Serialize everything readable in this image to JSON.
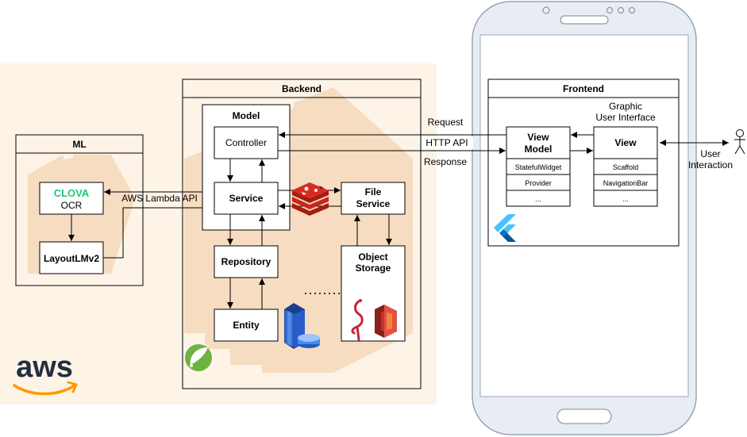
{
  "ml": {
    "title": "ML",
    "clova_brand": "CLOVA",
    "clova_ocr": "OCR",
    "layoutlm": "LayoutLMv2"
  },
  "backend": {
    "title": "Backend",
    "model_title": "Model",
    "controller": "Controller",
    "service": "Service",
    "repository": "Repository",
    "entity": "Entity",
    "file_service": [
      "File",
      "Service"
    ],
    "object_storage": [
      "Object",
      "Storage"
    ]
  },
  "frontend": {
    "title": "Frontend",
    "gui": [
      "Graphic",
      "User Interface"
    ],
    "view_model_title": [
      "View",
      "Model"
    ],
    "view_model_items": [
      "StatefulWidget",
      "Provider",
      "..."
    ],
    "view_title": "View",
    "view_items": [
      "Scaffold",
      "NavigationBar",
      "..."
    ]
  },
  "connectors": {
    "aws_lambda": "AWS Lambda API",
    "request": "Request",
    "http_api": "HTTP API",
    "response": "Response",
    "user": [
      "User",
      "Interaction"
    ]
  },
  "logos": {
    "aws_wordmark": "aws"
  },
  "colors": {
    "aws_bg": "#fdf3e7",
    "aws_shape": "#f6dcc0",
    "clova_green": "#1ec879",
    "redis_red": "#c8261f",
    "s3_red": "#c7332b",
    "spring_green": "#6db33f",
    "flutter_blue": "#42a5f5",
    "phone_bg": "#e8edf4",
    "server_blue": "#2f6fd6"
  }
}
